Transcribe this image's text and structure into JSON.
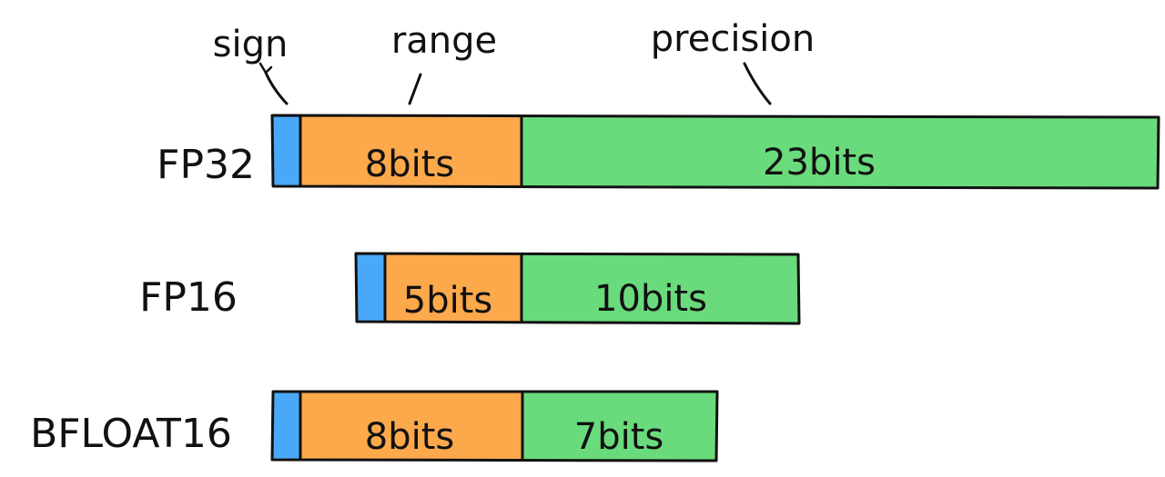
{
  "colors": {
    "sign": "#4aa8f8",
    "range": "#fca94c",
    "precision": "#69db7c",
    "stroke": "#111111"
  },
  "labels": {
    "sign": "sign",
    "range": "range",
    "precision": "precision"
  },
  "formats": [
    {
      "name": "FP32",
      "range_label": "8bits",
      "precision_label": "23bits"
    },
    {
      "name": "FP16",
      "range_label": "5bits",
      "precision_label": "10bits"
    },
    {
      "name": "BFLOAT16",
      "range_label": "8bits",
      "precision_label": "7bits"
    }
  ]
}
